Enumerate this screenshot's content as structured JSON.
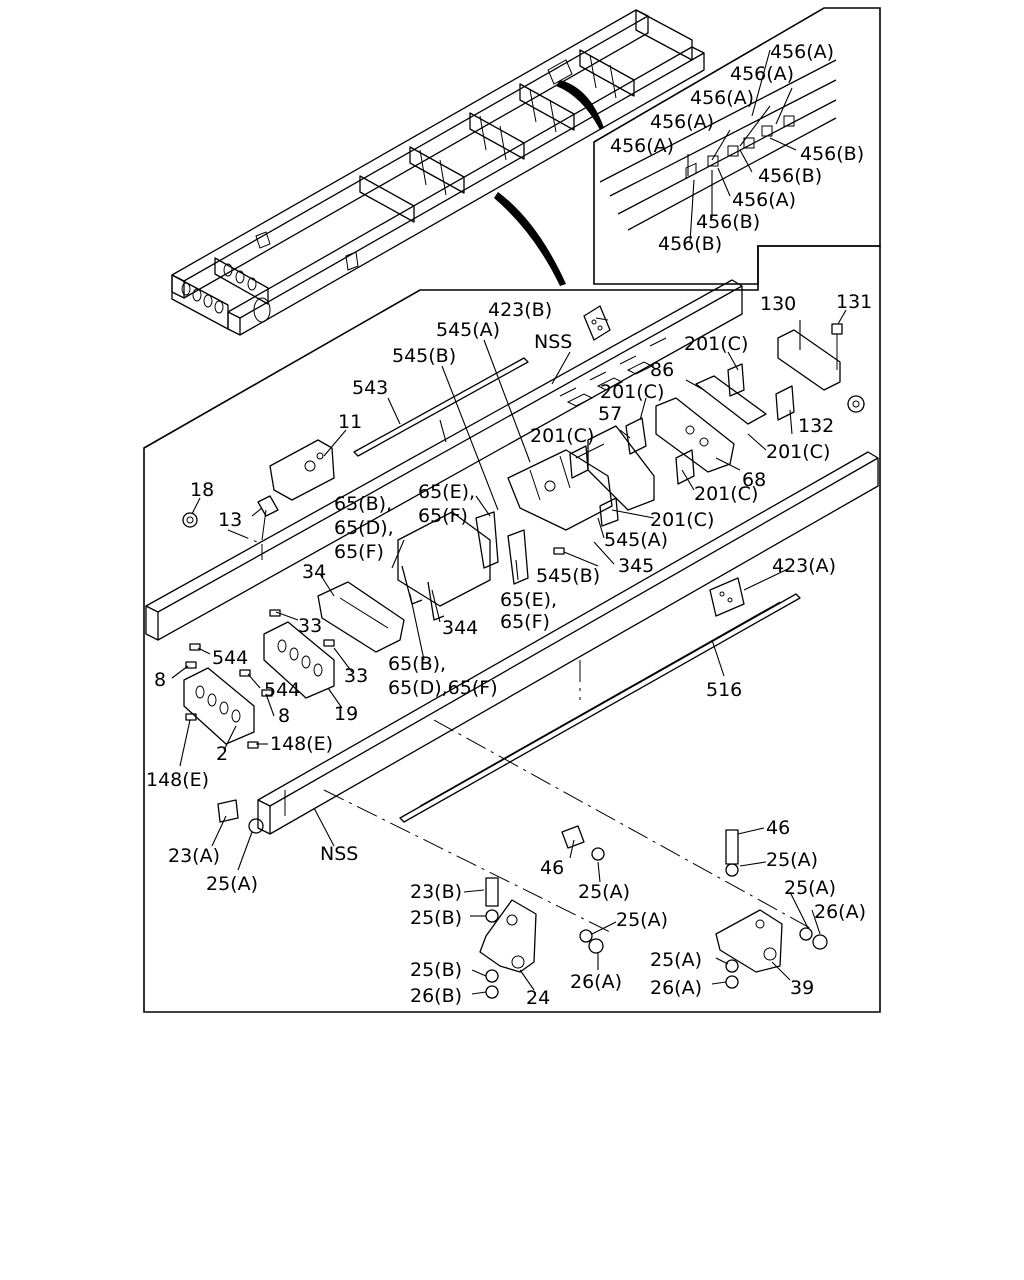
{
  "labels": {
    "l456a_1": "456(A)",
    "l456a_2": "456(A)",
    "l456a_3": "456(A)",
    "l456a_4": "456(A)",
    "l456a_5": "456(A)",
    "l456a_6": "456(A)",
    "l456b_1": "456(B)",
    "l456b_2": "456(B)",
    "l456b_3": "456(B)",
    "l456b_4": "456(B)",
    "l423b": "423(B)",
    "l545a_top": "545(A)",
    "lnss_top": "NSS",
    "l545b_top": "545(B)",
    "l543": "543",
    "l11": "11",
    "l130": "130",
    "l131": "131",
    "l201c_1": "201(C)",
    "l201c_2": "201(C)",
    "l201c_3": "201(C)",
    "l201c_4": "201(C)",
    "l201c_5": "201(C)",
    "l201c_6": "201(C)",
    "l86": "86",
    "l57": "57",
    "l132": "132",
    "l68": "68",
    "l18": "18",
    "l13": "13",
    "l65b_d": "65(B),",
    "l65d_c": "65(D),",
    "l65f_1": "65(F)",
    "l65e_c": "65(E),",
    "l65f_2": "65(F)",
    "l545a_mid": "545(A)",
    "l545b_mid": "545(B)",
    "l345": "345",
    "l65e_2": "65(E),",
    "l65f_3": "65(F)",
    "l34": "34",
    "l33_1": "33",
    "l33_2": "33",
    "l344": "344",
    "l65b_2": "65(B),",
    "l65df": "65(D),65(F)",
    "l544_1": "544",
    "l544_2": "544",
    "l8_1": "8",
    "l8_2": "8",
    "l19": "19",
    "l2": "2",
    "l148e_1": "148(E)",
    "l148e_2": "148(E)",
    "l423a": "423(A)",
    "l516": "516",
    "l23a": "23(A)",
    "l25a_1": "25(A)",
    "lnss_bot": "NSS",
    "l46_1": "46",
    "l25a_2": "25(A)",
    "l46_2": "46",
    "l25a_3": "25(A)",
    "l25a_4": "25(A)",
    "l26a_1": "26(A)",
    "l23b": "23(B)",
    "l25b_1": "25(B)",
    "l25a_5": "25(A)",
    "l26a_2": "26(A)",
    "l25b_2": "25(B)",
    "l26b": "26(B)",
    "l24": "24",
    "l25a_6": "25(A)",
    "l26a_3": "26(A)",
    "l39": "39"
  }
}
